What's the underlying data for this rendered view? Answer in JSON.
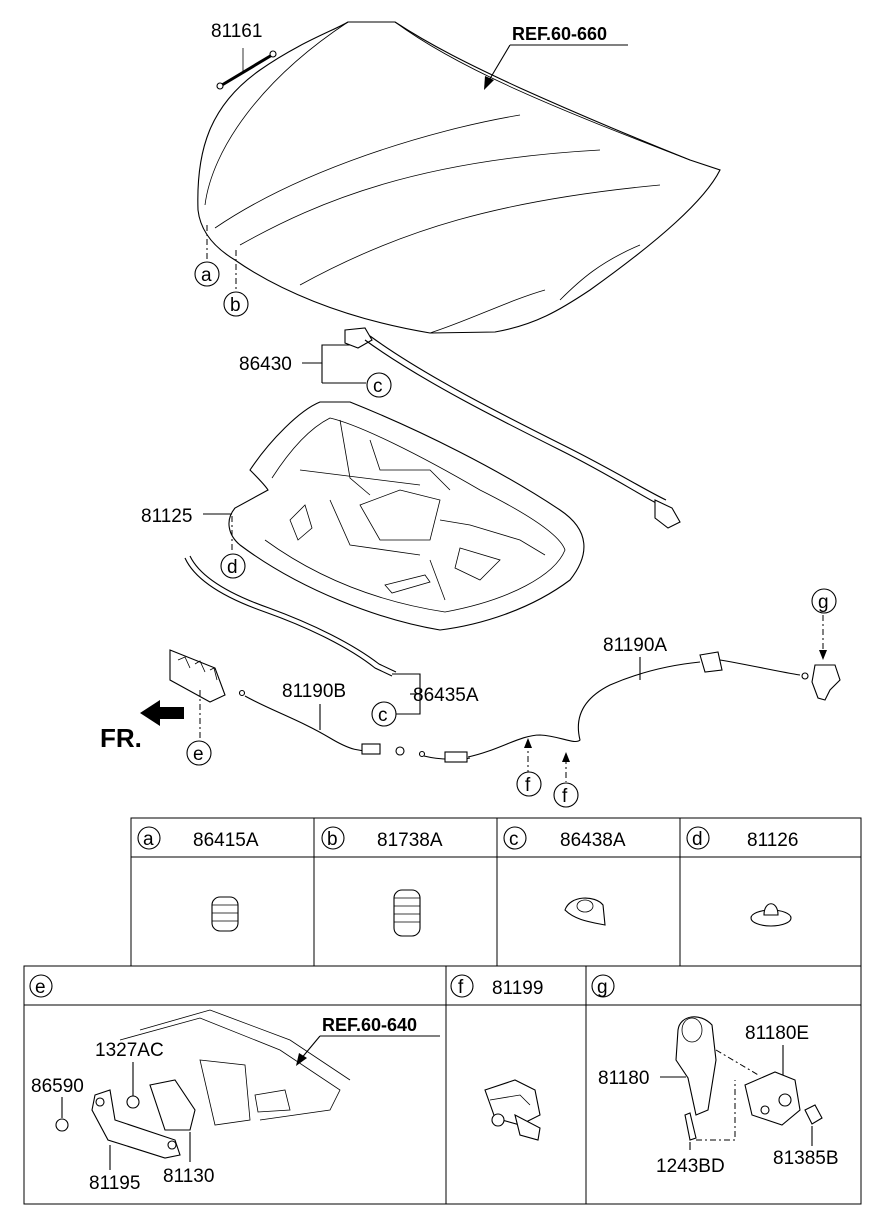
{
  "references": {
    "ref_60_660": "REF.60-660",
    "ref_60_640": "REF.60-640"
  },
  "direction_label": "FR.",
  "callouts": {
    "p81161": "81161",
    "p86430": "86430",
    "p81125": "81125",
    "p81190A": "81190A",
    "p81190B": "81190B",
    "p86435A": "86435A",
    "p1327AC": "1327AC",
    "p86590": "86590",
    "p81195": "81195",
    "p81130": "81130",
    "p81180E": "81180E",
    "p81180": "81180",
    "p1243BD": "1243BD",
    "p81385B": "81385B"
  },
  "letters": {
    "a": "a",
    "b": "b",
    "c": "c",
    "d": "d",
    "e": "e",
    "f": "f",
    "g": "g"
  },
  "table_row1": {
    "a_part": "86415A",
    "b_part": "81738A",
    "c_part": "86438A",
    "d_part": "81126"
  },
  "table_row2": {
    "f_part": "81199"
  }
}
